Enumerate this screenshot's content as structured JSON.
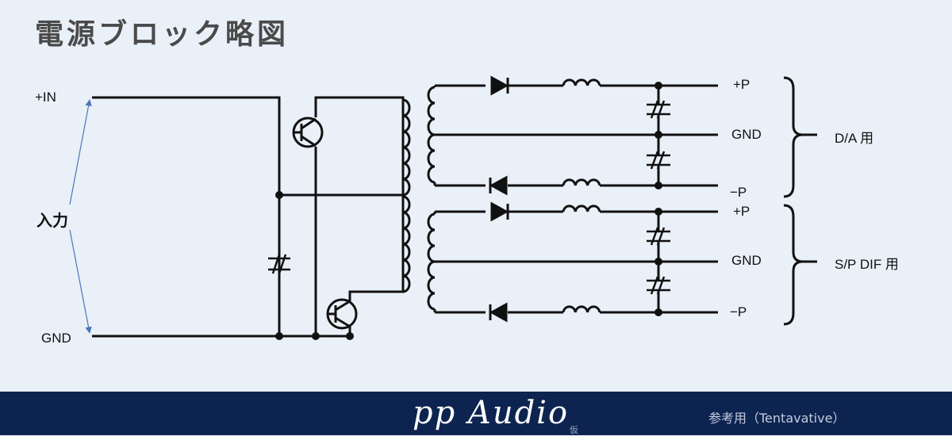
{
  "title": "電源ブロック略図",
  "labels": {
    "plus_in": "+IN",
    "gnd_in": "GND",
    "input": "入力",
    "out1_plus": "+P",
    "out1_gnd": "GND",
    "out1_minus": "−P",
    "out2_plus": "+P",
    "out2_gnd": "GND",
    "out2_minus": "−P",
    "group1": "D/A 用",
    "group2": "S/P DIF 用"
  },
  "footer": {
    "brand": "pp Audio",
    "brand_note": "仮",
    "note": "参考用（Tentavative）"
  },
  "colors": {
    "background": "#eaf0f8",
    "footer": "#0d2450",
    "wire": "#111111",
    "arrow": "#4a76b8"
  }
}
